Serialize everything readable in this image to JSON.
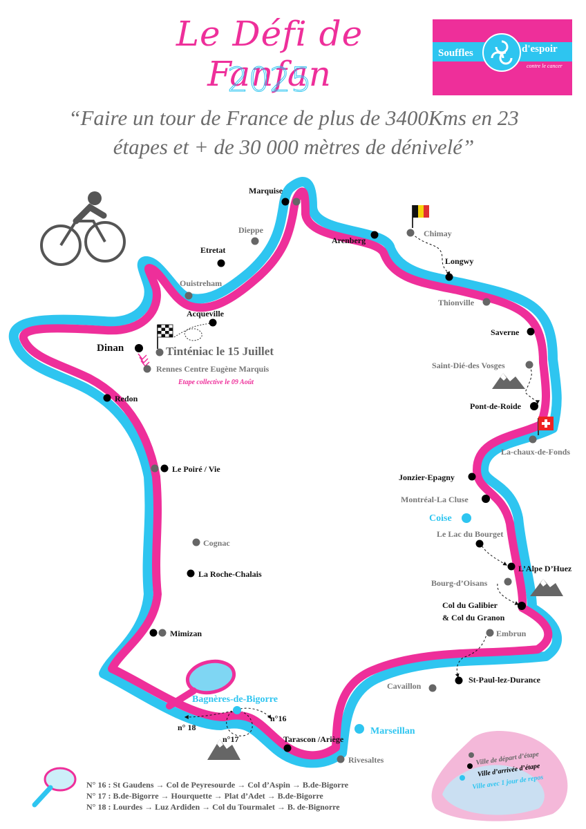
{
  "header": {
    "title": "Le Défi de Fanfan",
    "year": "2025",
    "quote_line1": "“Faire un tour de France de plus de 3400Kms en 23",
    "quote_line2": "étapes et + de 30 000 mètres de dénivelé”"
  },
  "logo": {
    "left_text": "Souffles",
    "right_text": "d'espoir",
    "tagline": "contre le cancer",
    "bg_color": "#ee2f9a",
    "band_color": "#2ec5f0"
  },
  "colors": {
    "pink": "#ee2f9a",
    "blue": "#2ec5f0",
    "gray": "#6b6b6b",
    "black": "#000000"
  },
  "start": {
    "label": "Tinténiac le 15 Juillet",
    "collective_city": "Rennes Centre Eugène Marquis",
    "collective_note": "Etape collective le 09 Août"
  },
  "cities": {
    "marquise": "Marquise",
    "dieppe": "Dieppe",
    "etretat": "Etretat",
    "ouistreham": "Ouistreham",
    "acqueville": "Acqueville",
    "dinan": "Dinan",
    "redon": "Redon",
    "poire": "Le Poiré / Vie",
    "cognac": "Cognac",
    "rochechalais": "La Roche-Chalais",
    "mimizan": "Mimizan",
    "bagneres": "Bagnères-de-Bigorre",
    "tarascon": "Tarascon /Ariège",
    "rivesaltes": "Rivesaltes",
    "marseillan": "Marseillan",
    "cavaillon": "Cavaillon",
    "stpaul": "St-Paul-lez-Durance",
    "embrun": "Embrun",
    "galibier1": "Col du Galibier",
    "galibier2": "& Col du Granon",
    "bourgdoisans": "Bourg-d’Oisans",
    "alpedhuez": "L’Alpe D’Huez",
    "lacbourget": "Le Lac du Bourget",
    "coise": "Coise",
    "montreal": "Montréal-La Cluse",
    "jonzier": "Jonzier-Epagny",
    "chauxdefonds": "La-chaux-de-Fonds",
    "pontderoide": "Pont-de-Roide",
    "saintdie": "Saint-Dié-des Vosges",
    "saverne": "Saverne",
    "thionville": "Thionville",
    "longwy": "Longwy",
    "chimay": "Chimay",
    "arenberg": "Arenberg"
  },
  "stage_numbers": {
    "n16": "n°16",
    "n17": "n°17",
    "n18": "n° 18"
  },
  "stages_detail": {
    "line16": "N° 16 :  St Gaudens → Col de Peyresourde → Col d’Aspin → B.de-Bigorre",
    "line17": "N° 17 : B.de-Bigorre → Hourquette → Plat d’Adet → B.de-Bigorre",
    "line18": "N° 18 : Lourdes → Luz Ardiden → Col du Tourmalet → B. de-Bignorre"
  },
  "legend": {
    "start": "Ville de départ d’étape",
    "arrival": "Ville d’arrivée d’étape",
    "rest": "Ville avec 1 jour de repos"
  },
  "icons": [
    "cyclist-icon",
    "checkered-flag-icon",
    "belgium-flag-icon",
    "swiss-flag-icon",
    "mountain-icon",
    "magnifier-icon"
  ]
}
